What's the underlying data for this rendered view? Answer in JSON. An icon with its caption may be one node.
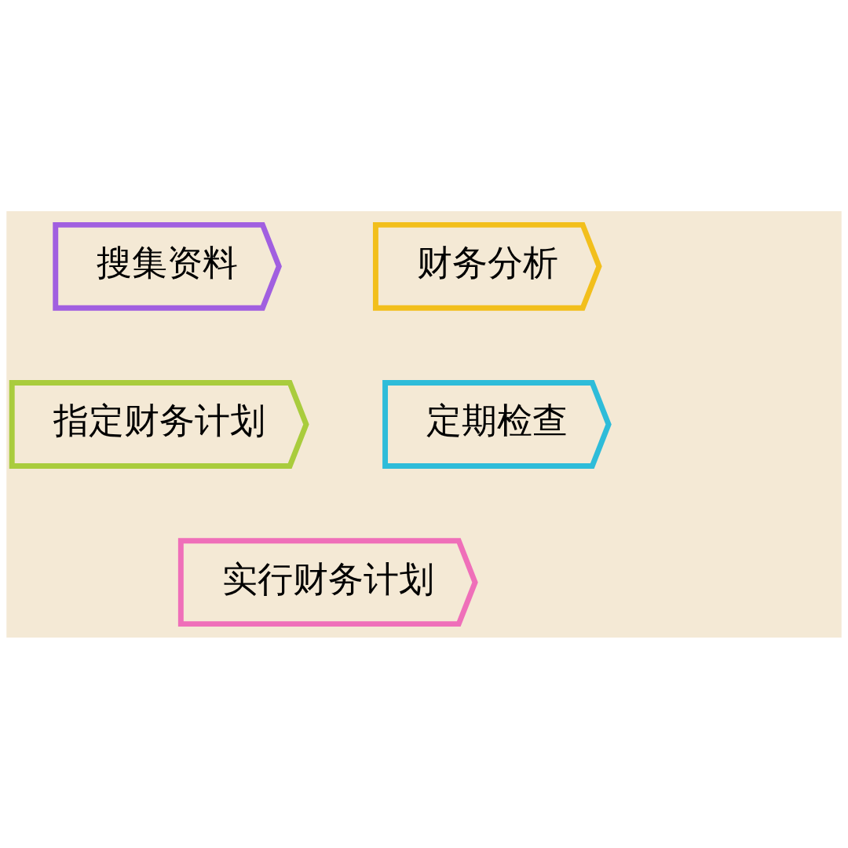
{
  "diagram": {
    "nodes": [
      {
        "text": [
          "搜集资料"
        ]
      },
      {
        "text": [
          "财务分析"
        ]
      },
      {
        "text": [
          "指定财务计划"
        ]
      },
      {
        "text": [
          "实行财务计划"
        ]
      },
      {
        "text": [
          "定期检查"
        ]
      }
    ]
  }
}
